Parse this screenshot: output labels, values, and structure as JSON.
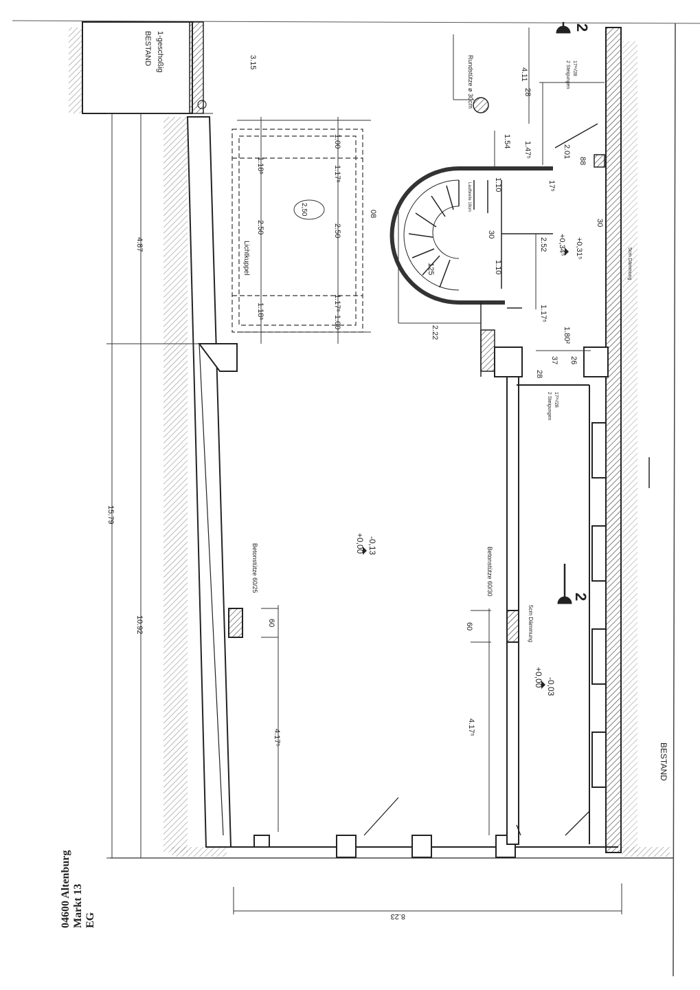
{
  "title_block": {
    "line1": "04600 Altenburg",
    "line2": "Markt 13",
    "line3": "EG"
  },
  "dimensions": {
    "total_length": "15.79",
    "segment_upper": "4.87",
    "segment_lower": "10.92",
    "width": "8.23",
    "top_315": "3.15",
    "top_411": "4.11",
    "d_118a": "1.18⁵",
    "d_250a": "2.50",
    "d_118b": "1.18⁵",
    "d_100a": "1.00",
    "d_175a": "1.17⁵",
    "d_250b": "2.50",
    "d_175b": "1.17⁵",
    "d_100b": "1.00",
    "d_154": "1.54",
    "d_147": "1.47⁵",
    "d_201": "2.01",
    "d_110a": "1.10",
    "d_110b": "1.10",
    "d_252": "2.52",
    "d_117": "1.17⁵",
    "d_222": "2.22",
    "d_180": "1.80²",
    "d_28a": "28",
    "d_28b": "28",
    "d_37": "37",
    "d_26": "26",
    "d_30a": "30",
    "d_30b": "30",
    "d_88": "88",
    "d_08": "08",
    "d_125": "125",
    "d_60a": "60",
    "d_60b": "60",
    "d_417a": "4.17⁵",
    "d_417b": "4.17⁵",
    "d_175c": "17⁵"
  },
  "labels": {
    "bestand_top": "BESTAND",
    "bestand_top2": "1-geschoßig",
    "bestand_bottom": "BESTAND",
    "lichtkuppel": "Lichtkuppel",
    "rundstuetze": "Rundstütze ø 30cm",
    "betonstuetze1": "Betonstütze 60/25",
    "betonstuetze2": "Betonstütze 60/30",
    "daemmung1": "5cm Dämmung",
    "daemmung2": "5cm Dämmung",
    "steigungen1": "2 Steigungen",
    "steigungen1b": "17²⁶/28",
    "steigungen2": "2 Steigungen",
    "steigungen2b": "17²⁶/28",
    "laufbreite": "Laufbreite 18cm",
    "elev_main_a": "+0,00",
    "elev_main_b": "-0,13",
    "elev_right_a": "+0,00",
    "elev_right_b": "-0,03",
    "elev_stair_a": "+0,34⁵",
    "elev_stair_b": "+0,31⁵",
    "elev_sky": "2,50",
    "section_mark": "2",
    "section_mark_top": "2"
  }
}
